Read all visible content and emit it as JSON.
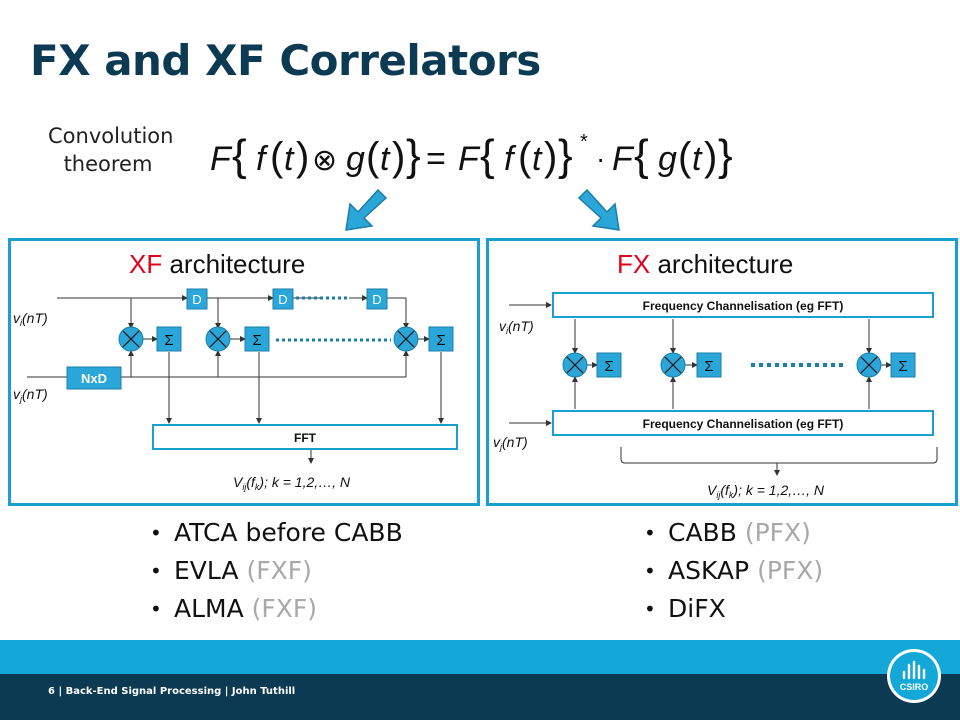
{
  "slide": {
    "title": "FX and XF Correlators",
    "convolution_label": "Convolution theorem",
    "xf": {
      "title_accent": "XF",
      "title_rest": " architecture",
      "delay_labels": [
        "D",
        "D",
        "D"
      ],
      "nxd_label": "NxD",
      "fft_label": "FFT",
      "input_i": "v",
      "input_i_sub": "i",
      "input_j": "v",
      "input_j_sub": "j",
      "input_arg": "(nT)",
      "output": "V",
      "output_sub": "ij",
      "output_arg": "(f",
      "output_arg_sub": "k",
      "output_rest": ");  k = 1,2,…, N",
      "sum_symbol": "Σ"
    },
    "fx": {
      "title_accent": "FX",
      "title_rest": " architecture",
      "channel_top": "Frequency Channelisation (eg FFT)",
      "channel_bottom": "Frequency Channelisation (eg FFT)",
      "input_i": "v",
      "input_i_sub": "i",
      "input_j": "v",
      "input_j_sub": "j",
      "input_arg": "(nT)",
      "output": "V",
      "output_sub": "ij",
      "output_arg": "(f",
      "output_arg_sub": "k",
      "output_rest": ");  k = 1,2,…, N",
      "sum_symbol": "Σ"
    },
    "xf_bullets": [
      {
        "main": "ATCA before CABB",
        "note": ""
      },
      {
        "main": "EVLA ",
        "note": "(FXF)"
      },
      {
        "main": "ALMA ",
        "note": "(FXF)"
      }
    ],
    "fx_bullets": [
      {
        "main": "CABB ",
        "note": "(PFX)"
      },
      {
        "main": "ASKAP ",
        "note": "(PFX)"
      },
      {
        "main": "DiFX",
        "note": ""
      }
    ],
    "footer": "6  |  Back-End Signal Processing  |  John Tuthill",
    "logo_text": "CSIRO"
  },
  "colors": {
    "title": "#0b3a52",
    "accent": "#e3001b",
    "panel_border": "#1aa0d0",
    "block_fill": "#2aa6d8",
    "footer_band": "#13a8d8",
    "footer": "#0b3a52",
    "note_grey": "#a8a8a8"
  }
}
